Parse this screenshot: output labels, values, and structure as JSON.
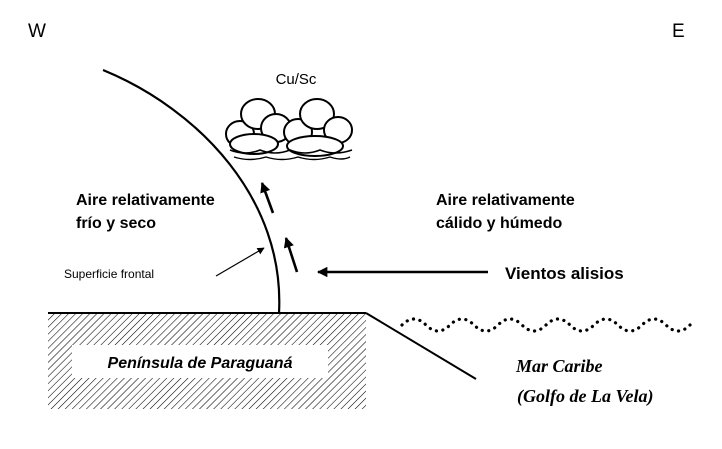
{
  "compass": {
    "west": "W",
    "east": "E"
  },
  "cloud": {
    "label": "Cu/Sc"
  },
  "air_masses": {
    "cold": {
      "line1": "Aire relativamente",
      "line2": "frío y seco"
    },
    "warm": {
      "line1": "Aire relativamente",
      "line2": "cálido y húmedo"
    }
  },
  "front": {
    "label": "Superficie frontal"
  },
  "winds": {
    "label": "Vientos alisios"
  },
  "land": {
    "label": "Península de Paraguaná"
  },
  "sea": {
    "line1": "Mar Caribe",
    "line2": "(Golfo de La Vela)"
  }
}
